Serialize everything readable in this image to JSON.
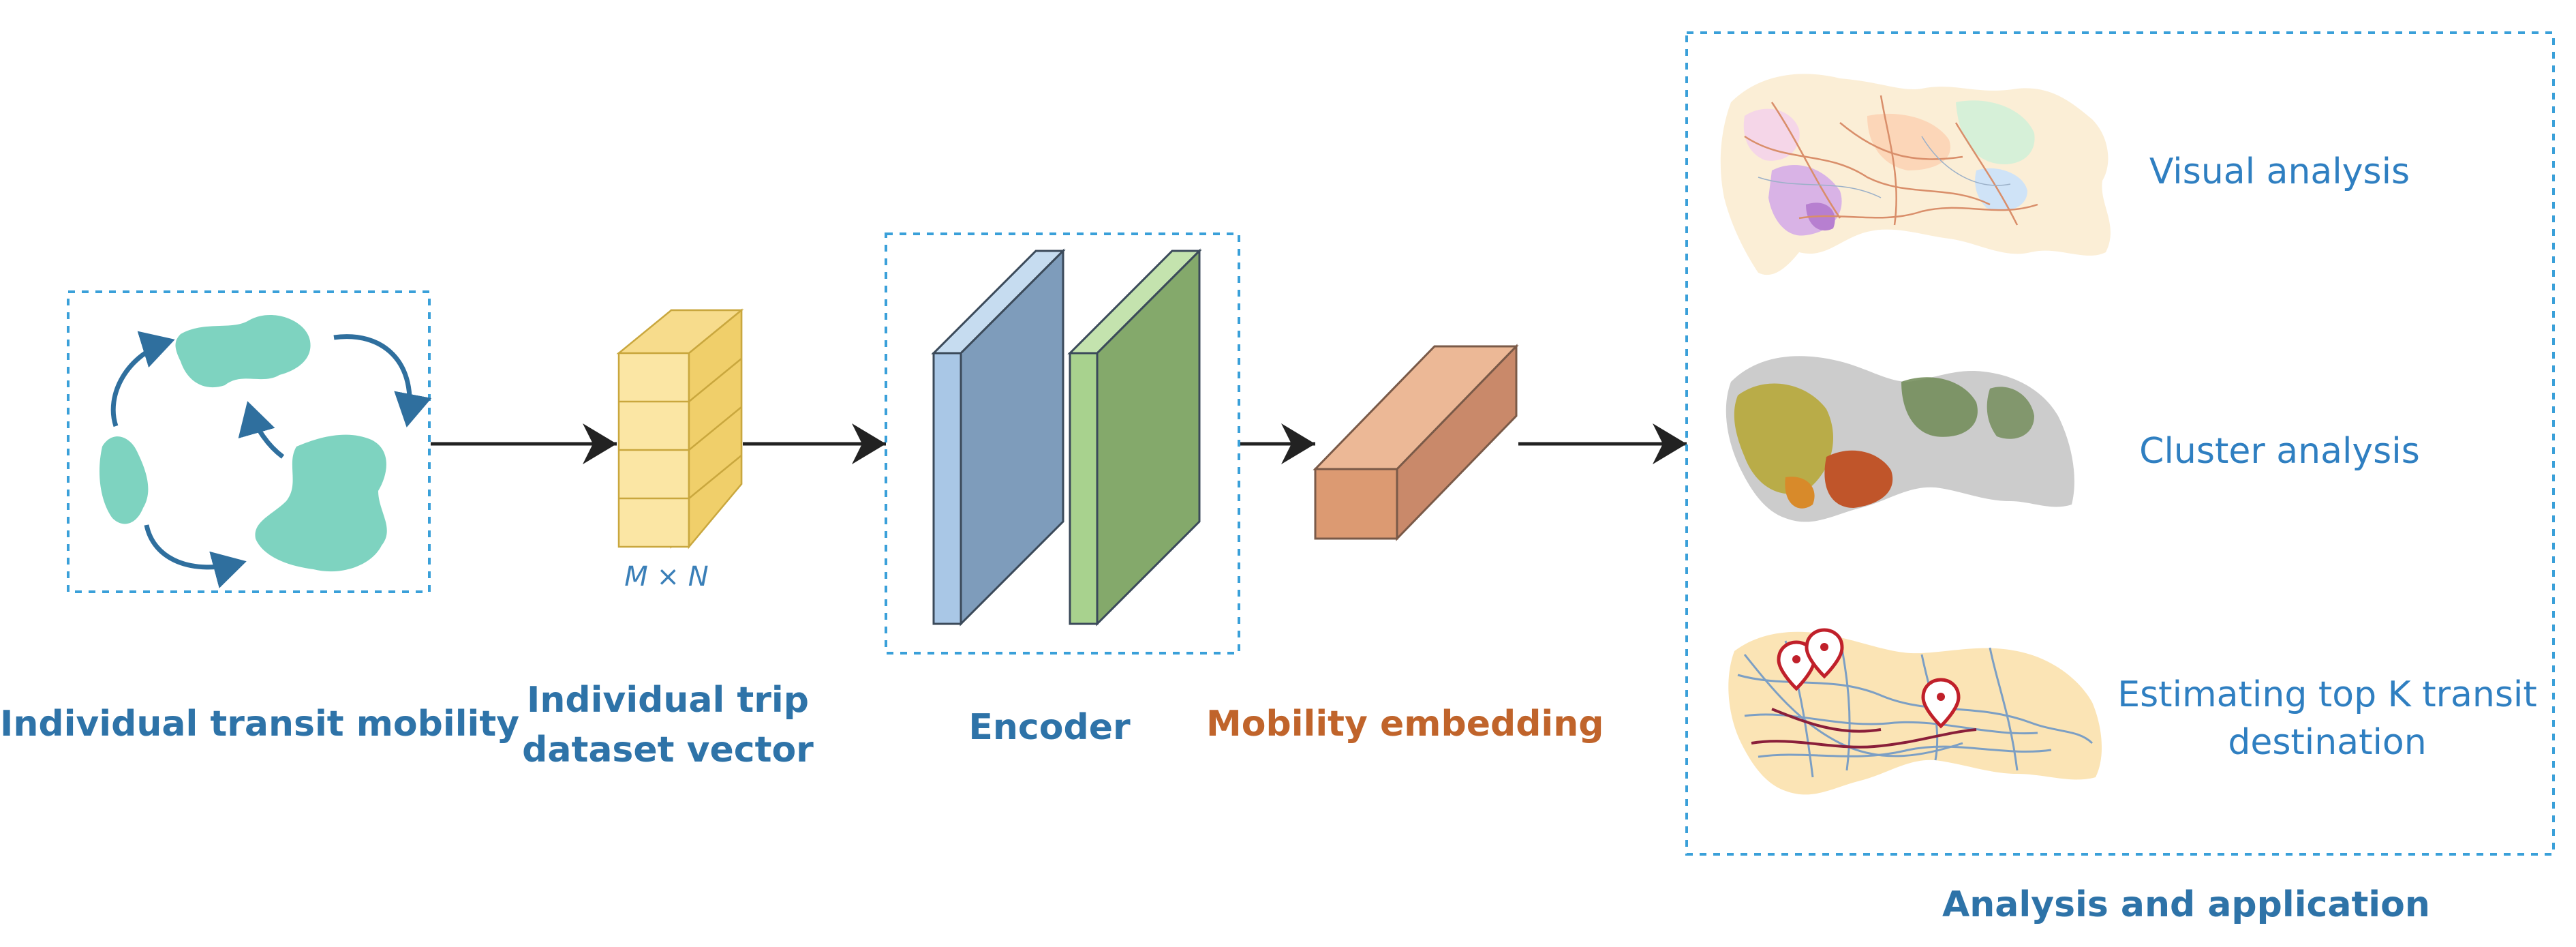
{
  "diagram": {
    "colors": {
      "accent_blue": "#2e73a8",
      "dotted_border": "#3aa0d9",
      "region_teal": "#7ed3c0",
      "arrow_blue": "#2f6f9e",
      "tensor_yellow": "#f7dc8c",
      "encoder_blue": "#7e9cbb",
      "encoder_green": "#84a96b",
      "embedding_orange": "#dea07e",
      "label_orange": "#c0642b",
      "application_text": "#2f7fc1"
    },
    "stages": {
      "mobility": {
        "label": "Individual transit mobility"
      },
      "trip_vector": {
        "label_line1": "Individual trip",
        "label_line2": "dataset vector",
        "dimension_label": "M × N"
      },
      "encoder": {
        "label": "Encoder"
      },
      "embedding": {
        "label": "Mobility embedding"
      },
      "application": {
        "title": "Analysis and application",
        "items": [
          {
            "label": "Visual analysis"
          },
          {
            "label": "Cluster analysis"
          },
          {
            "label_line1": "Estimating top K transit",
            "label_line2": "destination"
          }
        ]
      }
    }
  }
}
